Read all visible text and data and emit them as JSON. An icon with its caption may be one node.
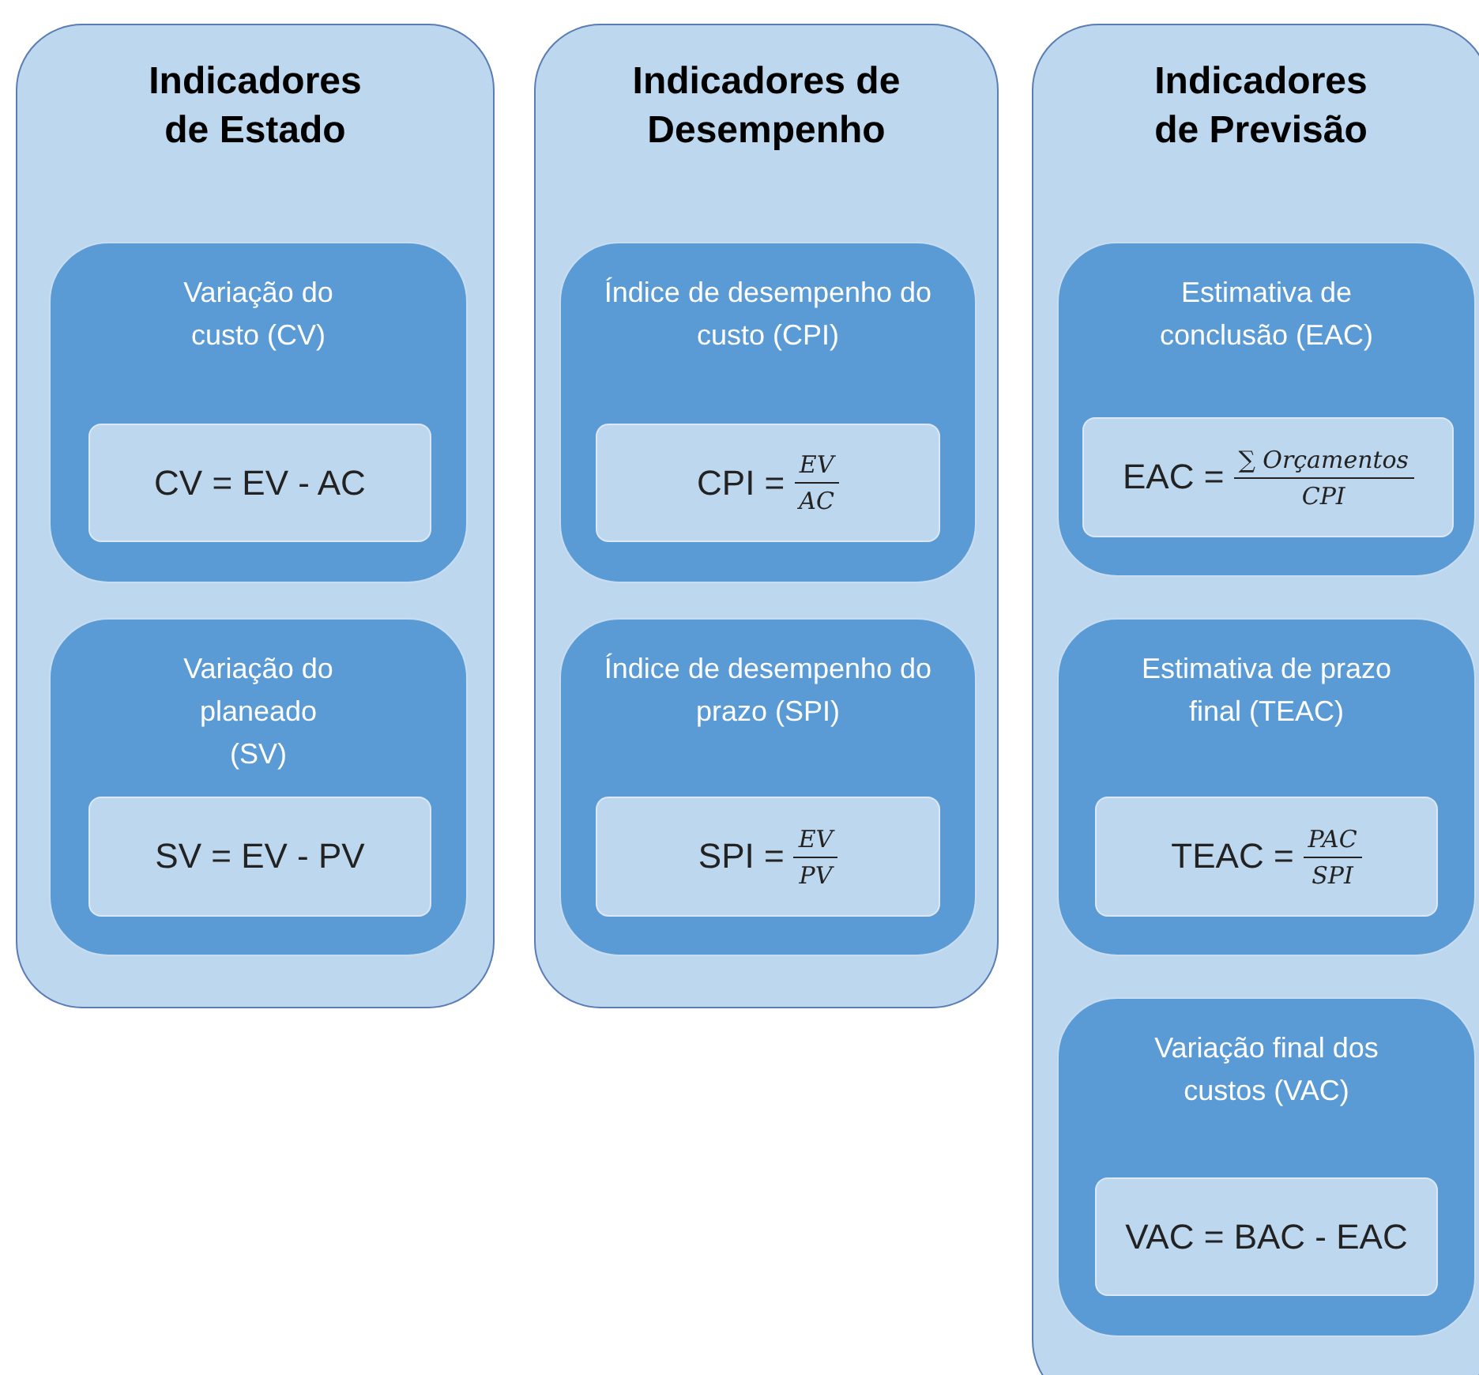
{
  "diagram": {
    "nodes": [
      {
        "text": [
          "Indicadores de Estado"
        ]
      },
      {
        "text": [
          "Variação do custo (CV)"
        ],
        "in": 0
      },
      {
        "text": [
          "CV = EV - AC"
        ],
        "in": 1
      },
      {
        "text": [
          "Variação do planeado (SV)"
        ],
        "in": 0
      },
      {
        "text": [
          "SV = EV - PV"
        ],
        "in": 3
      },
      {
        "text": [
          "Indicadores de Desempenho"
        ]
      },
      {
        "text": [
          "Índice de desempenho do custo (CPI)"
        ],
        "in": 5
      },
      {
        "text": [
          "CPI =",
          "EV",
          "AC"
        ],
        "in": 6
      },
      {
        "text": [
          "Índice de desempenho do prazo (SPI)"
        ],
        "in": 5
      },
      {
        "text": [
          "SPI =",
          "EV",
          "PV"
        ],
        "in": 8
      },
      {
        "text": [
          "Indicadores de Previsão"
        ]
      },
      {
        "text": [
          "Estimativa de conclusão (EAC)"
        ],
        "in": 10
      },
      {
        "text": [
          "EAC =",
          "∑ Orçamentos",
          "CPI"
        ],
        "in": 11
      },
      {
        "text": [
          "Estimativa de prazo final (TEAC)"
        ],
        "in": 10
      },
      {
        "text": [
          "TEAC =",
          "PAC",
          "SPI"
        ],
        "in": 13
      },
      {
        "text": [
          "Variação final dos custos (VAC)"
        ],
        "in": 10
      },
      {
        "text": [
          "VAC = BAC - EAC"
        ],
        "in": 15
      }
    ],
    "edges": []
  }
}
